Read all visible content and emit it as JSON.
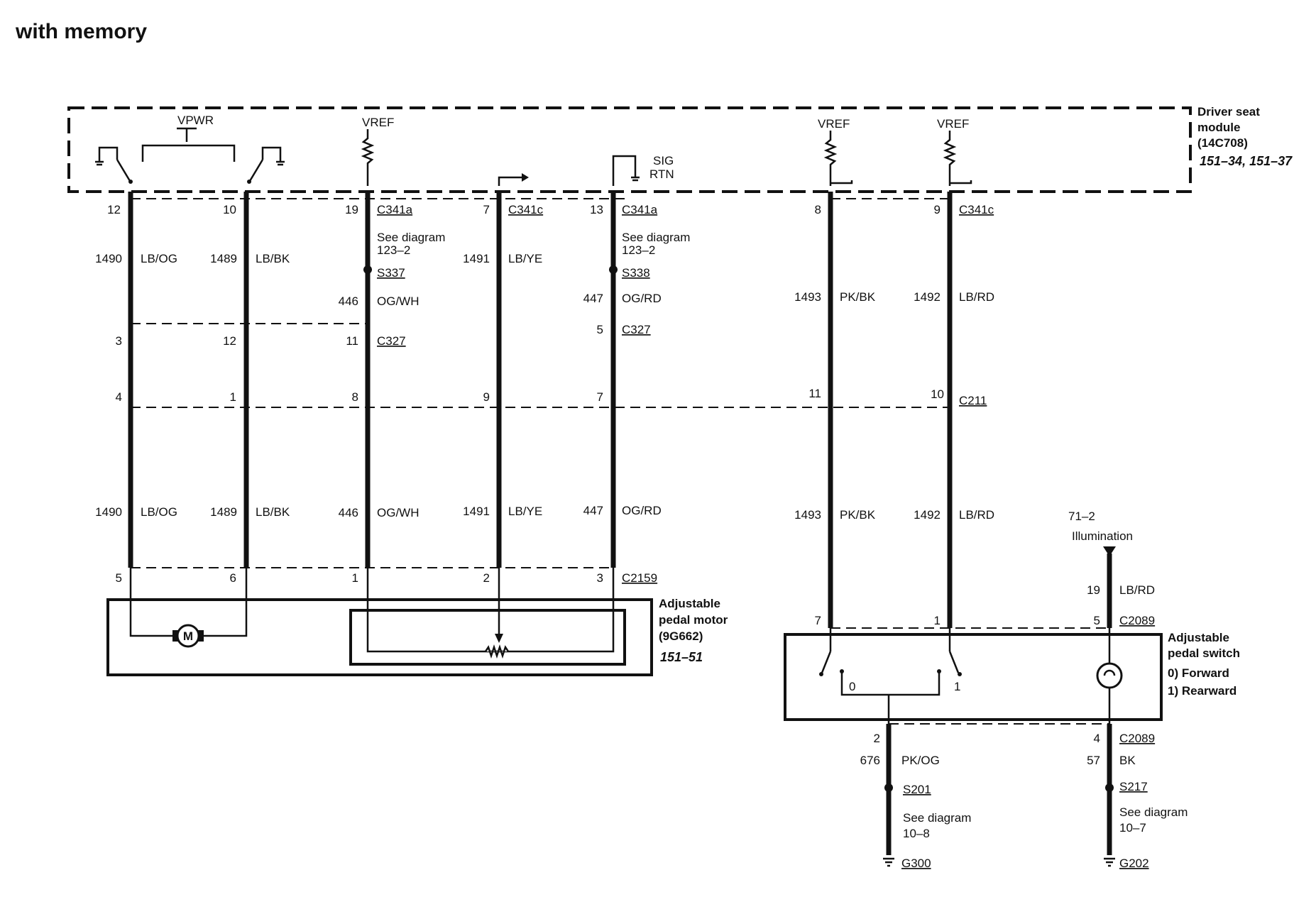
{
  "title": "with memory",
  "modules": {
    "driver_seat": {
      "line1": "Driver seat",
      "line2": "module",
      "line3": "(14C708)",
      "ref": "151–34, 151–37"
    },
    "pedal_motor": {
      "line1": "Adjustable",
      "line2": "pedal motor",
      "line3": "(9G662)",
      "ref": "151–51",
      "symbol": "M"
    },
    "pedal_switch": {
      "line1": "Adjustable",
      "line2": "pedal switch",
      "pos0": "0) Forward",
      "pos1": "1) Rearward",
      "contact0": "0",
      "contact1": "1"
    }
  },
  "power_labels": {
    "vpwr": "VPWR",
    "vref1": "VREF",
    "vref2": "VREF",
    "vref3": "VREF",
    "sig1": "SIG",
    "sig2": "RTN"
  },
  "connectors": {
    "c341a_1": "C341a",
    "c341c_1": "C341c",
    "c341a_2": "C341a",
    "c341c_2": "C341c",
    "c327_1": "C327",
    "c327_2": "C327",
    "c211": "C211",
    "c2159": "C2159",
    "c2089_top": "C2089",
    "c2089_bottom": "C2089"
  },
  "splices": {
    "s337": "S337",
    "s338": "S338",
    "s201": "S201",
    "s217": "S217"
  },
  "grounds": {
    "g300": "G300",
    "g202": "G202"
  },
  "see_diagram": {
    "a_label": "See diagram",
    "a_ref": "123–2",
    "b_label": "See diagram",
    "b_ref": "123–2",
    "c_label": "See diagram",
    "c_ref": "10–8",
    "d_label": "See diagram",
    "d_ref": "10–7"
  },
  "illumination": {
    "ref": "71–2",
    "label": "Illumination"
  },
  "pins": {
    "w1": [
      "12",
      "3",
      "4",
      "5"
    ],
    "w2": [
      "10",
      "12",
      "1",
      "6"
    ],
    "w3": [
      "19",
      "11",
      "8",
      "1"
    ],
    "w4": [
      "7",
      "9",
      "2"
    ],
    "w5": [
      "13",
      "5",
      "7",
      "3"
    ],
    "w6": [
      "8",
      "11",
      "7"
    ],
    "w7": [
      "9",
      "10",
      "1"
    ],
    "w8": [
      "19",
      "5"
    ],
    "w9": [
      "2"
    ],
    "w10": [
      "4"
    ]
  },
  "circuits": {
    "w1": [
      "1490",
      "LB/OG",
      "1490",
      "LB/OG"
    ],
    "w2": [
      "1489",
      "LB/BK",
      "1489",
      "LB/BK"
    ],
    "w3": [
      "446",
      "OG/WH",
      "446",
      "OG/WH"
    ],
    "w4": [
      "1491",
      "LB/YE",
      "1491",
      "LB/YE"
    ],
    "w5": [
      "447",
      "OG/RD",
      "447",
      "OG/RD"
    ],
    "w6": [
      "1493",
      "PK/BK",
      "1493",
      "PK/BK"
    ],
    "w7": [
      "1492",
      "LB/RD",
      "1492",
      "LB/RD"
    ],
    "w8": [
      "19",
      "LB/RD"
    ],
    "w9": [
      "676",
      "PK/OG"
    ],
    "w10": [
      "57",
      "BK"
    ]
  }
}
